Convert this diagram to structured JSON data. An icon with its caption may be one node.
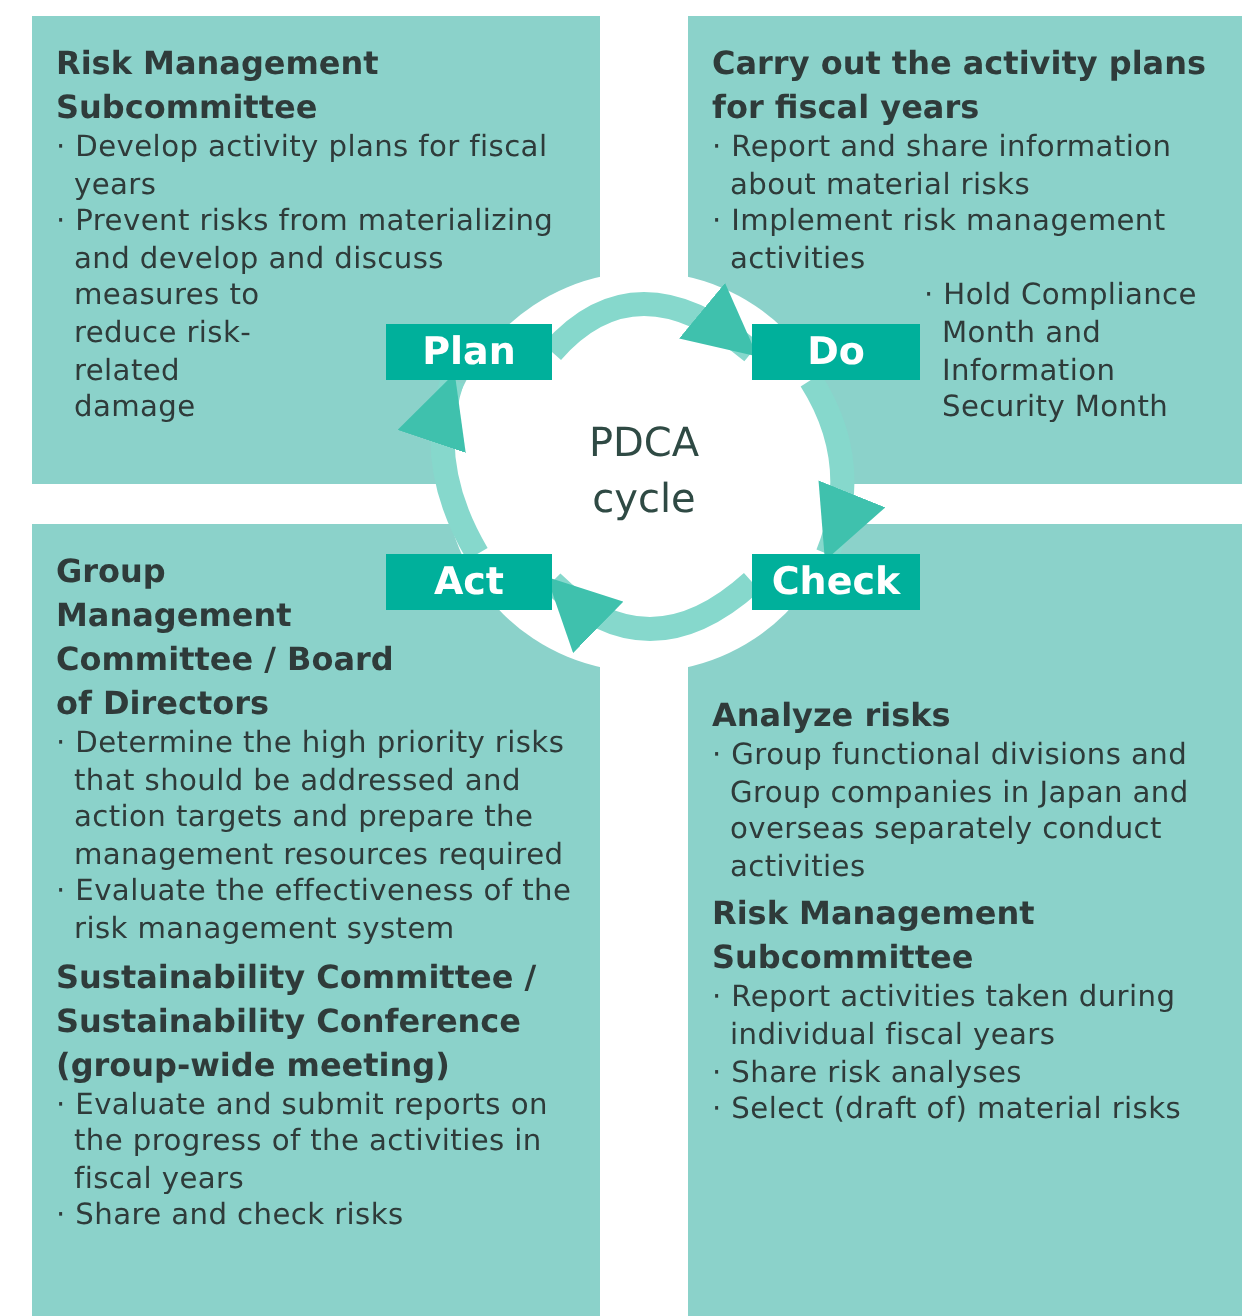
{
  "diagram": {
    "title": "PDCA cycle",
    "nodes": [
      {
        "text": [
          "Risk Management Subcommittee",
          "· Develop activity plans for fiscal years",
          "· Prevent risks from materializing and develop and discuss measures to reduce risk-related damage"
        ]
      },
      {
        "text": [
          "Carry out the activity plans for fiscal years",
          "· Report and share information about material risks",
          "· Implement risk management activities",
          "· Hold Compliance Month and Information Security Month"
        ]
      },
      {
        "text": [
          "Group Management Committee / Board of Directors",
          "· Determine the high priority risks that should be addressed and action targets and prepare the management resources required",
          "· Evaluate the effectiveness of the risk management system",
          "Sustainability Committee / Sustainability Conference (group-wide meeting)",
          "· Evaluate and submit reports on the progress of the activities in fiscal years",
          "· Share and check risks"
        ]
      },
      {
        "text": [
          "Analyze risks",
          "· Group functional divisions and Group companies in Japan and overseas separately conduct activities",
          "Risk Management Subcommittee",
          "· Report activities taken during individual fiscal years",
          "· Share risk analyses",
          "· Select (draft of) material risks"
        ]
      },
      {
        "text": [
          "Plan"
        ],
        "in": 0
      },
      {
        "text": [
          "Do"
        ],
        "in": 1
      },
      {
        "text": [
          "Check"
        ],
        "in": 3
      },
      {
        "text": [
          "Act"
        ],
        "in": 2
      }
    ],
    "edges": [
      {
        "from": 4,
        "to": 5,
        "arrow": "to"
      },
      {
        "from": 5,
        "to": 6,
        "arrow": "to"
      },
      {
        "from": 6,
        "to": 7,
        "arrow": "to"
      },
      {
        "from": 7,
        "to": 4,
        "arrow": "to"
      }
    ]
  }
}
